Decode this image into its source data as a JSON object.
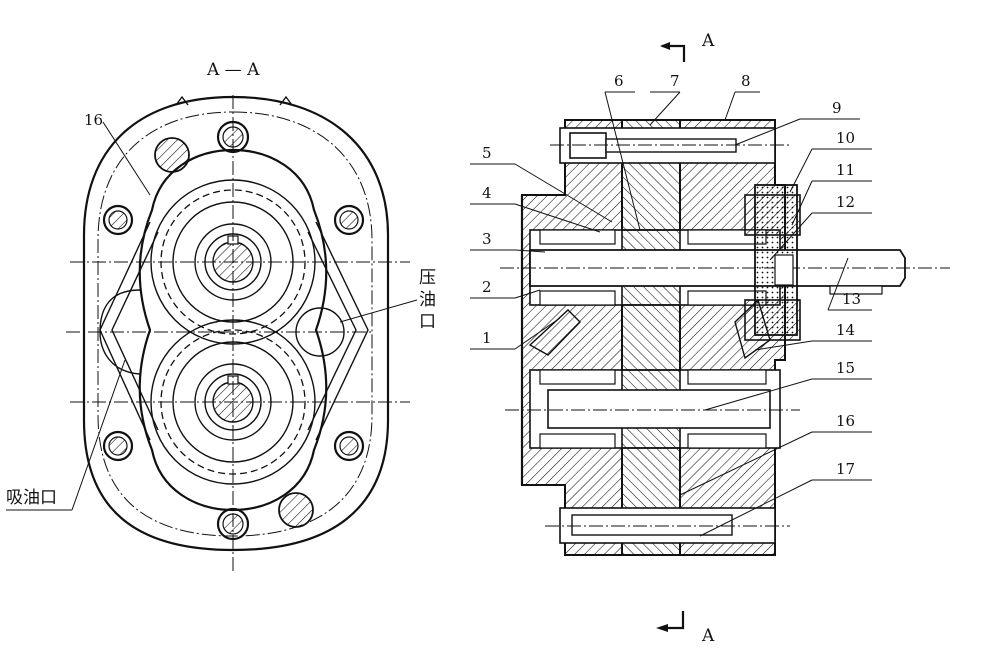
{
  "section_title": "A — A",
  "section_marks": {
    "top": "A",
    "bottom": "A"
  },
  "left_labels": {
    "part16": "16",
    "pressure_port": "压油口",
    "pressure_port_chars": [
      "压",
      "油",
      "口"
    ],
    "suction_port": "吸油口"
  },
  "right_labels": [
    "1",
    "2",
    "3",
    "4",
    "5",
    "6",
    "7",
    "8",
    "9",
    "10",
    "11",
    "12",
    "13",
    "14",
    "15",
    "16",
    "17"
  ]
}
